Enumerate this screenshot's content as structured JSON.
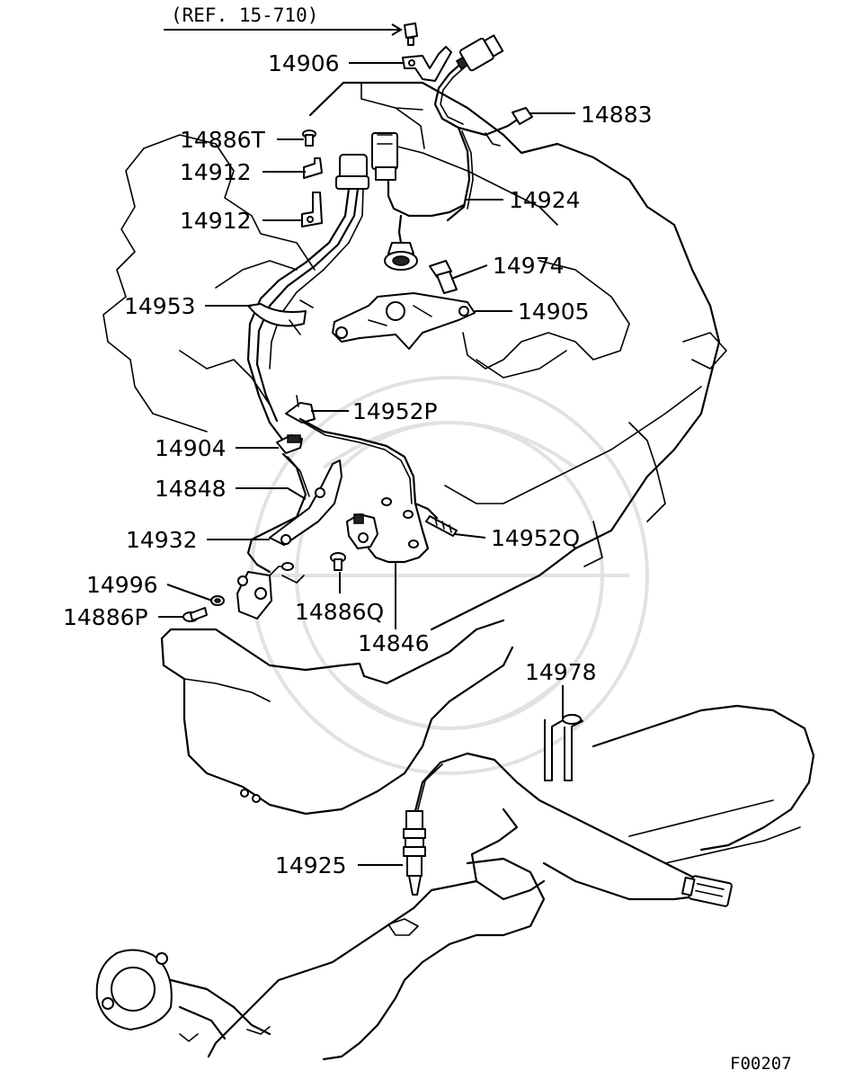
{
  "reference": "(REF. 15-710)",
  "figure_code": "F00207",
  "callouts": {
    "p14906": "14906",
    "p14883": "14883",
    "p14886T": "14886T",
    "p14912a": "14912",
    "p14912b": "14912",
    "p14924": "14924",
    "p14974": "14974",
    "p14953": "14953",
    "p14905": "14905",
    "p14952P": "14952P",
    "p14904": "14904",
    "p14848": "14848",
    "p14932": "14932",
    "p14952Q": "14952Q",
    "p14996": "14996",
    "p14886P": "14886P",
    "p14886Q": "14886Q",
    "p14846": "14846",
    "p14978": "14978",
    "p14925": "14925"
  }
}
